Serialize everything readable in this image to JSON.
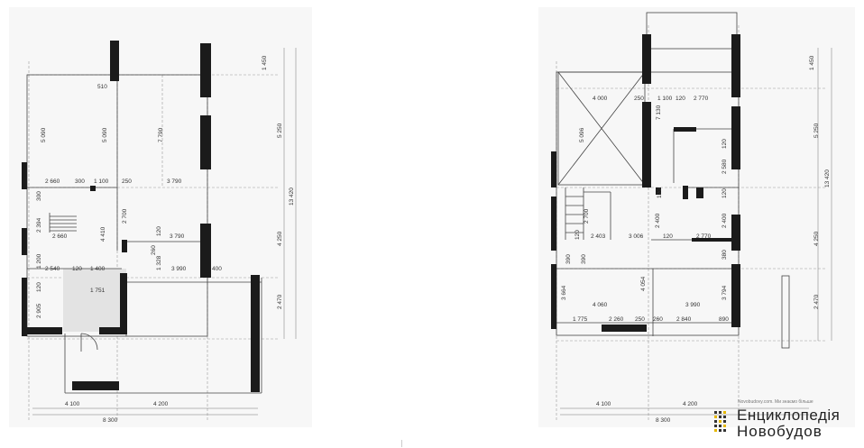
{
  "left_plan": {
    "dims": {
      "d1450": "1 450",
      "d510": "510",
      "d5090a": "5 090",
      "d5090b": "5 090",
      "d7790": "7 790",
      "d5250": "5 250",
      "d13420": "13 420",
      "d2660a": "2 660",
      "d300a": "300",
      "d1100": "1 100",
      "d250": "250",
      "d3790a": "3 790",
      "d300b": "300",
      "d2700": "2 700",
      "d2394": "2 394",
      "d2660b": "2 660",
      "d4410": "4 410",
      "d120a": "120",
      "d3790b": "3 790",
      "d4250": "4 250",
      "d260": "260",
      "d1200": "1 200",
      "d2540": "2 540",
      "d120b": "120",
      "d1400": "1 400",
      "d1328": "1 328",
      "d3990": "3 990",
      "d400": "400",
      "d120c": "120",
      "d1751": "1 751",
      "d2470": "2 470",
      "d2905": "2 905",
      "d4100": "4 100",
      "d4200": "4 200",
      "d8300": "8 300"
    }
  },
  "right_plan": {
    "dims": {
      "d1450": "1 450",
      "d4000": "4 000",
      "d250": "250",
      "d1100": "1 100",
      "d120a": "120",
      "d2770a": "2 770",
      "d7130": "7 130",
      "d5096": "5 096",
      "d5250": "5 250",
      "d120b": "120",
      "d2580": "2 580",
      "d13420": "13 420",
      "d120c": "120",
      "d120d": "120",
      "d2700": "2 700",
      "d2400a": "2 400",
      "d2400b": "2 400",
      "d120e": "120",
      "d2403": "2 403",
      "d3006": "3 006",
      "d120f": "120",
      "d2770b": "2 770",
      "d4250": "4 250",
      "d390a": "390",
      "d390b": "390",
      "d380": "380",
      "d3664": "3 664",
      "d4054": "4 054",
      "d3794": "3 794",
      "d4060": "4 060",
      "d3990": "3 990",
      "d2470": "2 470",
      "d1775": "1 775",
      "d2260": "2 260",
      "d250b": "250",
      "d260": "260",
      "d2840": "2 840",
      "d890": "890",
      "d4100": "4 100",
      "d4200": "4 200",
      "d8300": "8 300"
    }
  },
  "watermark": {
    "small_text": "Novobudovy.com. Ми знаємо більше",
    "line1": "Енциклопедія",
    "line2": "Новобудов"
  }
}
